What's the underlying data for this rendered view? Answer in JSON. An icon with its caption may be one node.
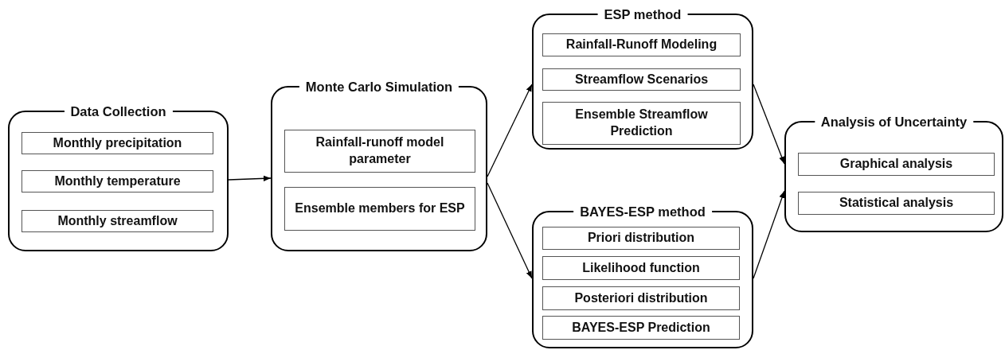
{
  "diagram": {
    "nodes": [
      {
        "text": [
          "Data Collection"
        ]
      },
      {
        "text": [
          "Monthly precipitation"
        ],
        "in": 0
      },
      {
        "text": [
          "Monthly temperature"
        ],
        "in": 0
      },
      {
        "text": [
          "Monthly streamflow"
        ],
        "in": 0
      },
      {
        "text": [
          "Monte Carlo Simulation"
        ]
      },
      {
        "text": [
          "Rainfall-runoff model parameter"
        ],
        "in": 4
      },
      {
        "text": [
          "Ensemble members for ESP"
        ],
        "in": 4
      },
      {
        "text": [
          "ESP method"
        ]
      },
      {
        "text": [
          "Rainfall-Runoff Modeling"
        ],
        "in": 7
      },
      {
        "text": [
          "Streamflow Scenarios"
        ],
        "in": 7
      },
      {
        "text": [
          "Ensemble Streamflow Prediction"
        ],
        "in": 7
      },
      {
        "text": [
          "BAYES-ESP method"
        ]
      },
      {
        "text": [
          "Priori distribution"
        ],
        "in": 11
      },
      {
        "text": [
          "Likelihood function"
        ],
        "in": 11
      },
      {
        "text": [
          "Posteriori distribution"
        ],
        "in": 11
      },
      {
        "text": [
          "BAYES-ESP Prediction"
        ],
        "in": 11
      },
      {
        "text": [
          "Analysis of Uncertainty"
        ]
      },
      {
        "text": [
          "Graphical analysis"
        ],
        "in": 16
      },
      {
        "text": [
          "Statistical analysis"
        ],
        "in": 16
      }
    ],
    "edges": [
      {
        "from": 0,
        "to": 4,
        "arrow": "to"
      },
      {
        "from": 4,
        "to": 7,
        "arrow": "to"
      },
      {
        "from": 4,
        "to": 11,
        "arrow": "to"
      },
      {
        "from": 7,
        "to": 16,
        "arrow": "to"
      },
      {
        "from": 11,
        "to": 16,
        "arrow": "to"
      }
    ]
  }
}
